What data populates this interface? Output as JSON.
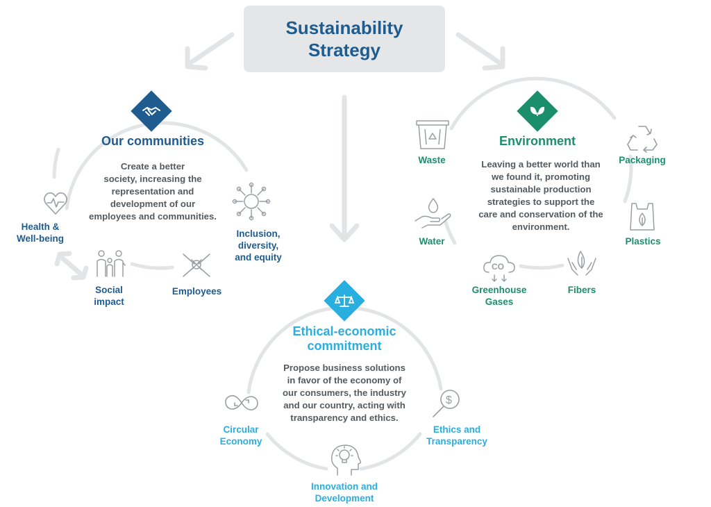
{
  "title": "Sustainability\nStrategy",
  "colors": {
    "communities": "#1e5c8f",
    "environment": "#1b8f6c",
    "ethics": "#29aee0",
    "circle": "#e3e4e6",
    "icon_stroke": "#9a9ea3"
  },
  "communities": {
    "heading": "Our communities",
    "description": "Create a better\nsociety, increasing the\nrepresentation and\ndevelopment of our\nemployees and communities.",
    "badge_icon": "handshake-icon",
    "items": [
      {
        "label": "Health &\nWell-being",
        "icon": "heart-pulse-icon"
      },
      {
        "label": "Social\nimpact",
        "icon": "family-icon"
      },
      {
        "label": "Employees",
        "icon": "team-hands-icon"
      },
      {
        "label": "Inclusion,\ndiversity,\nand equity",
        "icon": "diversity-network-icon"
      }
    ]
  },
  "environment": {
    "heading": "Environment",
    "description": "Leaving a better world than\nwe found it, promoting\nsustainable production\nstrategies to support the\ncare and conservation of the\nenvironment.",
    "badge_icon": "leaf-icon",
    "items": [
      {
        "label": "Waste",
        "icon": "recycle-bin-icon"
      },
      {
        "label": "Packaging",
        "icon": "recycle-icon"
      },
      {
        "label": "Water",
        "icon": "water-hand-icon"
      },
      {
        "label": "Plastics",
        "icon": "plastic-bag-icon"
      },
      {
        "label": "Greenhouse\nGases",
        "icon": "co2-cloud-icon"
      },
      {
        "label": "Fibers",
        "icon": "plant-hands-icon"
      }
    ]
  },
  "ethics": {
    "heading": "Ethical-economic\ncommitment",
    "description": "Propose business solutions\nin favor of the economy of\nour consumers, the industry\nand our country, acting with\ntransparency and ethics.",
    "badge_icon": "scales-icon",
    "items": [
      {
        "label": "Circular\nEconomy",
        "icon": "infinity-icon"
      },
      {
        "label": "Ethics and\nTransparency",
        "icon": "magnifier-dollar-icon"
      },
      {
        "label": "Innovation and\nDevelopment",
        "icon": "head-lightbulb-icon"
      }
    ],
    "co2_text": "CO"
  }
}
